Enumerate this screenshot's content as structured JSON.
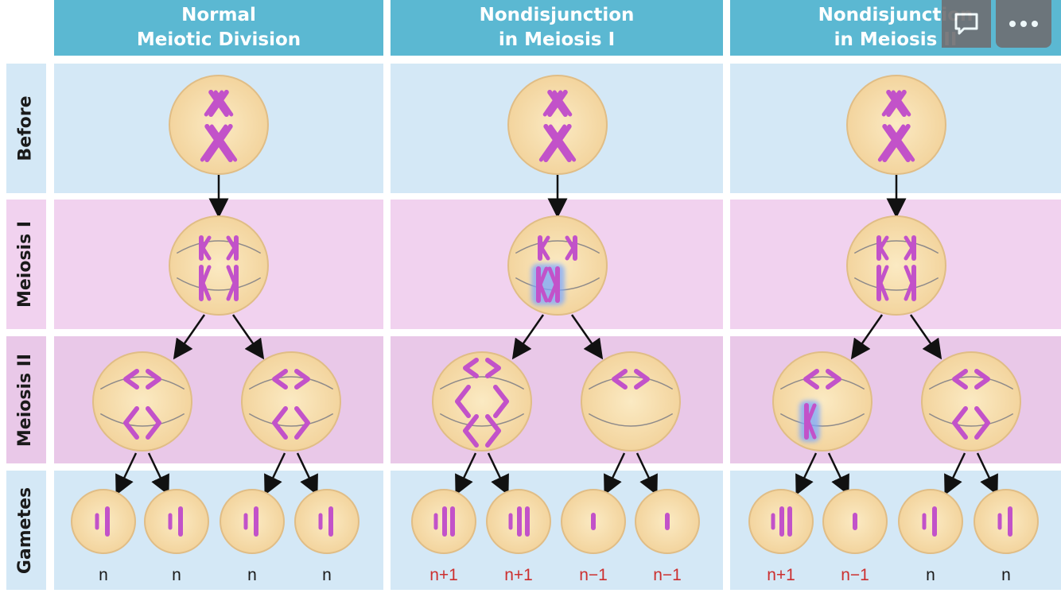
{
  "columns": [
    {
      "title_line1": "Normal",
      "title_line2": "Meiotic Division"
    },
    {
      "title_line1": "Nondisjunction",
      "title_line2": "in Meiosis I"
    },
    {
      "title_line1": "Nondisjunction",
      "title_line2": "in Meiosis II"
    }
  ],
  "rows": [
    "Before",
    "Meiosis I",
    "Meiosis II",
    "Gametes"
  ],
  "gamete_labels": [
    [
      "n",
      "n",
      "n",
      "n"
    ],
    [
      "n+1",
      "n+1",
      "n−1",
      "n−1"
    ],
    [
      "n+1",
      "n−1",
      "n",
      "n"
    ]
  ],
  "colors": {
    "header": "#5bb8d2",
    "before_band": "#d4e8f6",
    "meiosis1_band": "#f1d2ef",
    "meiosis2_band": "#e9c8e8",
    "gamete_band": "#d4e8f6",
    "cell_fill": "#f6ddb0",
    "chromosome": "#c252c9",
    "abnormal_label": "#cc2f2f",
    "normal_label": "#1a1a1a"
  },
  "icons": [
    "comment-icon",
    "more-icon"
  ]
}
